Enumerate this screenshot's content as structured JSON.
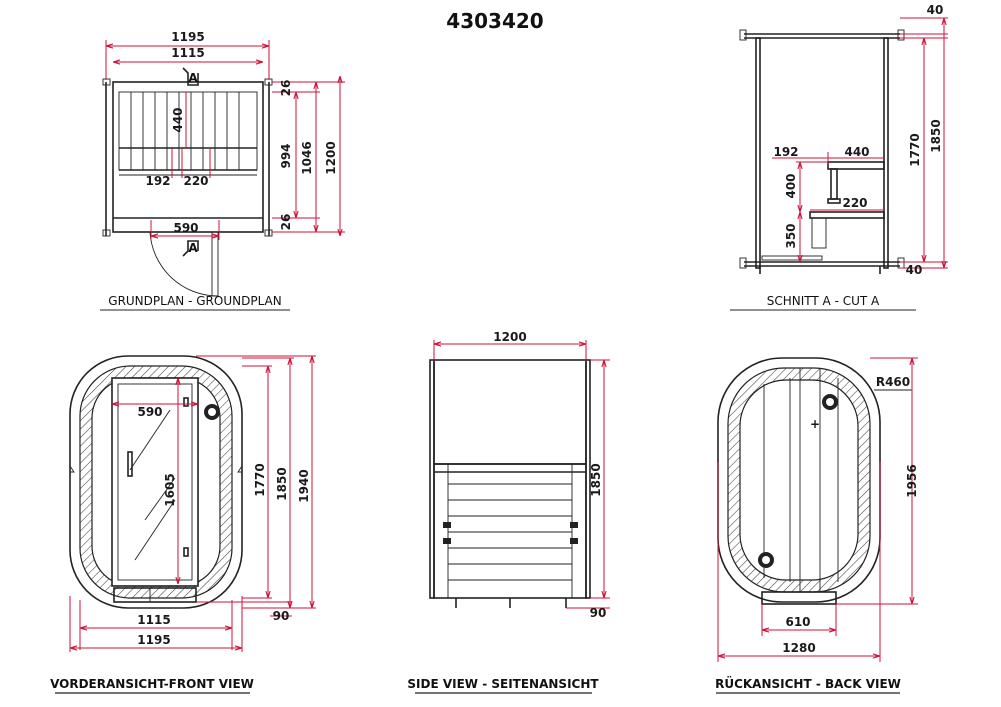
{
  "drawing": {
    "number": "4303420",
    "colors": {
      "dimension": "#d0103a",
      "outline": "#222222"
    },
    "views": {
      "groundplan": {
        "caption": "GRUNDPLAN - GROUNDPLAN",
        "section_marker": "A",
        "dims": [
          "1195",
          "1115",
          "440",
          "192",
          "220",
          "590",
          "26",
          "994",
          "1046",
          "1200",
          "26"
        ]
      },
      "cut": {
        "caption": "SCHNITT A - CUT A",
        "dims": [
          "40",
          "1770",
          "1850",
          "192",
          "440",
          "400",
          "220",
          "350",
          "40"
        ]
      },
      "front": {
        "caption": "VORDERANSICHT-FRONT VIEW",
        "dims": [
          "590",
          "1605",
          "1770",
          "1850",
          "1940",
          "90",
          "1115",
          "1195"
        ]
      },
      "side": {
        "caption": "SIDE VIEW - SEITENANSICHT",
        "dims": [
          "1200",
          "1850",
          "90"
        ]
      },
      "back": {
        "caption": "RÜCKANSICHT - BACK VIEW",
        "dims": [
          "R460",
          "1956",
          "610",
          "1280"
        ]
      }
    }
  }
}
